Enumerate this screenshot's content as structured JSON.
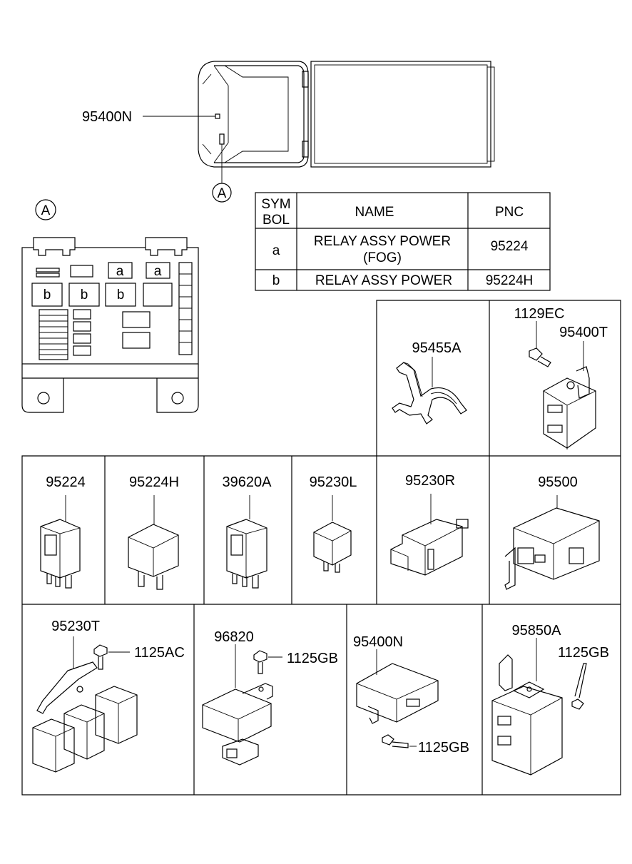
{
  "vehicle": {
    "callout_part": "95400N",
    "callout_ref": "A"
  },
  "fusebox": {
    "ref": "A",
    "slots": {
      "a1": "a",
      "a2": "a",
      "b1": "b",
      "b2": "b",
      "b3": "b"
    }
  },
  "table": {
    "headers": {
      "sym_line1": "SYM",
      "sym_line2": "BOL",
      "name": "NAME",
      "pnc": "PNC"
    },
    "rows": [
      {
        "sym": "a",
        "name_line1": "RELAY ASSY POWER",
        "name_line2": "(FOG)",
        "pnc": "95224"
      },
      {
        "sym": "b",
        "name_line1": "RELAY ASSY POWER",
        "name_line2": "",
        "pnc": "95224H"
      }
    ]
  },
  "parts": {
    "p95455A": "95455A",
    "p1129EC": "1129EC",
    "p95400T": "95400T",
    "p95224": "95224",
    "p95224H": "95224H",
    "p39620A": "39620A",
    "p95230L": "95230L",
    "p95230R": "95230R",
    "p95500": "95500",
    "p95230T": "95230T",
    "p1125AC": "1125AC",
    "p96820": "96820",
    "p1125GB_a": "1125GB",
    "p95400N": "95400N",
    "p1125GB_b": "1125GB",
    "p95850A": "95850A",
    "p1125GB_c": "1125GB"
  }
}
